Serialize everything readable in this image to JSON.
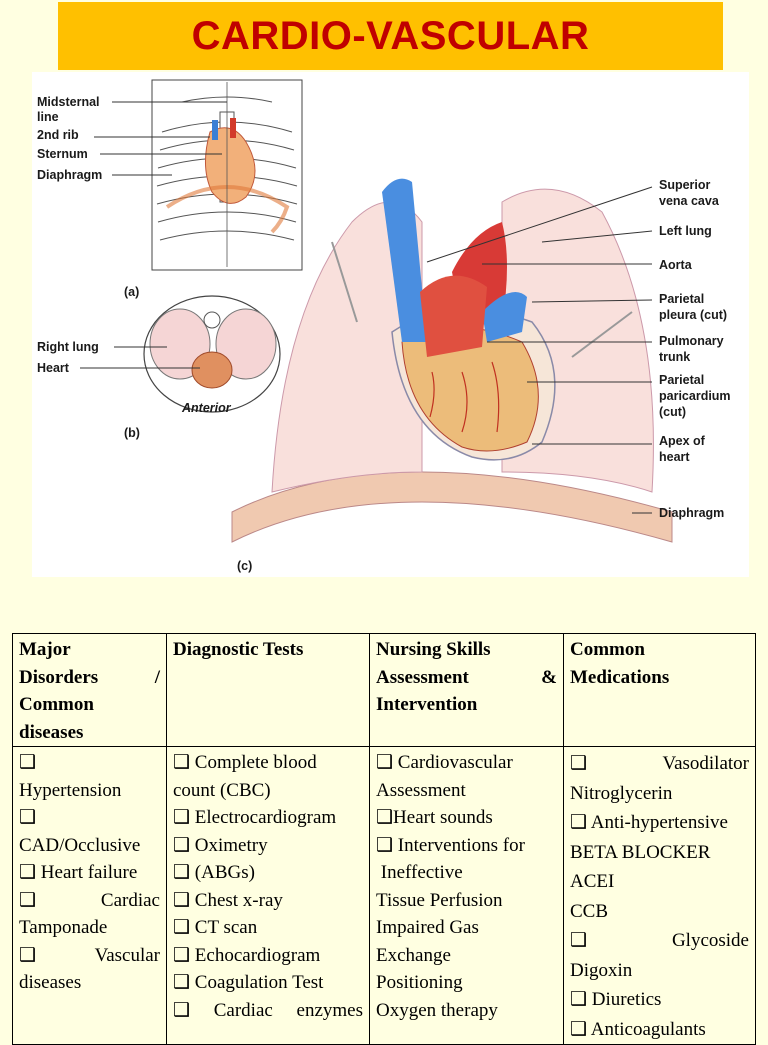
{
  "title": "CARDIO-VASCULAR",
  "figure": {
    "panel_a": {
      "tag": "(a)",
      "labels": [
        "Midsternal",
        "line",
        "2nd rib",
        "Sternum",
        "Diaphragm"
      ]
    },
    "panel_b": {
      "tag": "(b)",
      "labels": [
        "Right lung",
        "Heart"
      ],
      "anterior": "Anterior"
    },
    "panel_c": {
      "tag": "(c)",
      "labels": [
        [
          "Superior",
          "vena cava"
        ],
        [
          "Left lung"
        ],
        [
          "Aorta"
        ],
        [
          "Parietal",
          "pleura (cut)"
        ],
        [
          "Pulmonary",
          "trunk"
        ],
        [
          "Parietal",
          "paricardium",
          "(cut)"
        ],
        [
          "Apex of",
          "heart"
        ],
        [
          "Diaphragm"
        ]
      ]
    }
  },
  "table": {
    "headers": [
      [
        "Major",
        "Disorders /",
        "Common",
        "diseases"
      ],
      [
        "Diagnostic Tests"
      ],
      [
        "Nursing Skills",
        "Assessment &",
        "Intervention"
      ],
      [
        "Common",
        "Medications"
      ]
    ],
    "col1": [
      "❑",
      "Hypertension",
      "❑",
      "CAD/Occlusive",
      "❑ Heart failure",
      "❑ Cardiac",
      "Tamponade",
      "❑ Vascular",
      "diseases"
    ],
    "col2": [
      "❑ Complete blood",
      "count (CBC)",
      "❑ Electrocardiogram",
      "❑ Oximetry",
      "❑ (ABGs)",
      "❑ Chest x-ray",
      "❑ CT scan",
      "❑ Echocardiogram",
      "❑ Coagulation Test",
      "❑ Cardiac enzymes"
    ],
    "col3": [
      "❑ Cardiovascular",
      "Assessment",
      "❑Heart sounds",
      "❑ Interventions for",
      " Ineffective",
      "Tissue Perfusion",
      "Impaired Gas",
      "Exchange",
      "Positioning",
      "Oxygen therapy"
    ],
    "col4": [
      "❑ Vasodilator",
      "Nitroglycerin",
      "❑ Anti-hypertensive",
      "BETA BLOCKER",
      "ACEI",
      "CCB",
      "❑ Glycoside",
      "Digoxin",
      "❑ Diuretics",
      "❑ Anticoagulants"
    ]
  }
}
